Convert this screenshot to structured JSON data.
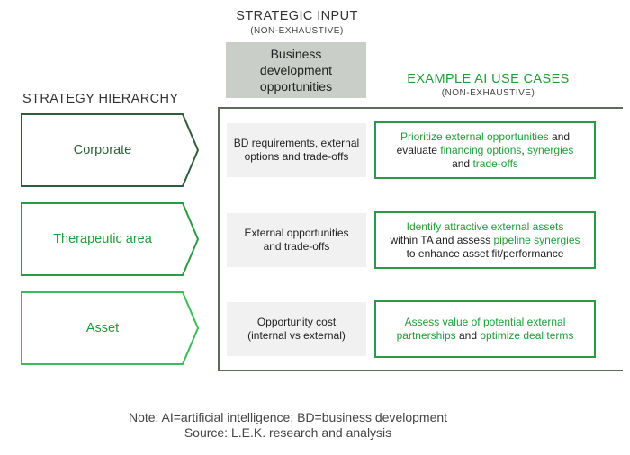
{
  "strategic_input": {
    "title": "STRATEGIC INPUT",
    "subtitle": "(NON-EXHAUSTIVE)",
    "box_line1": "Business",
    "box_line2": "development",
    "box_line3": "opportunities"
  },
  "strategy_hierarchy": {
    "title": "STRATEGY HIERARCHY",
    "levels": [
      {
        "label": "Corporate"
      },
      {
        "label": "Therapeutic area"
      },
      {
        "label": "Asset"
      }
    ]
  },
  "example_ai": {
    "title": "EXAMPLE AI USE CASES",
    "subtitle": "(NON-EXHAUSTIVE)"
  },
  "rows": [
    {
      "input_line1": "BD requirements, external",
      "input_line2": "options and trade-offs",
      "use_case": {
        "l1a": "Prioritize external opportunities",
        "l1b": " and",
        "l2a": "evaluate ",
        "l2b": "financing options",
        "l2c": ", ",
        "l2d": "synergies",
        "l3a": "and ",
        "l3b": "trade-offs"
      }
    },
    {
      "input_line1": "External opportunities",
      "input_line2": "and trade-offs",
      "use_case": {
        "l1a": "Identify attractive external assets",
        "l2a": "within TA and assess ",
        "l2b": "pipeline synergies",
        "l3a": "to enhance asset fit/performance"
      }
    },
    {
      "input_line1": "Opportunity cost",
      "input_line2": "(internal vs external)",
      "use_case": {
        "l1a": "Assess value of potential external",
        "l2a": "partnerships",
        "l2b": " and ",
        "l2c": "optimize deal terms"
      }
    }
  ],
  "footer": {
    "note": "Note: AI=artificial intelligence; BD=business development",
    "source": "Source: L.E.K. research and analysis"
  },
  "colors": {
    "accent_green": "#1f9d3a",
    "dark_green": "#2d5e3a",
    "grey_box": "#c9cec9",
    "light_box": "#f1f1f1"
  }
}
